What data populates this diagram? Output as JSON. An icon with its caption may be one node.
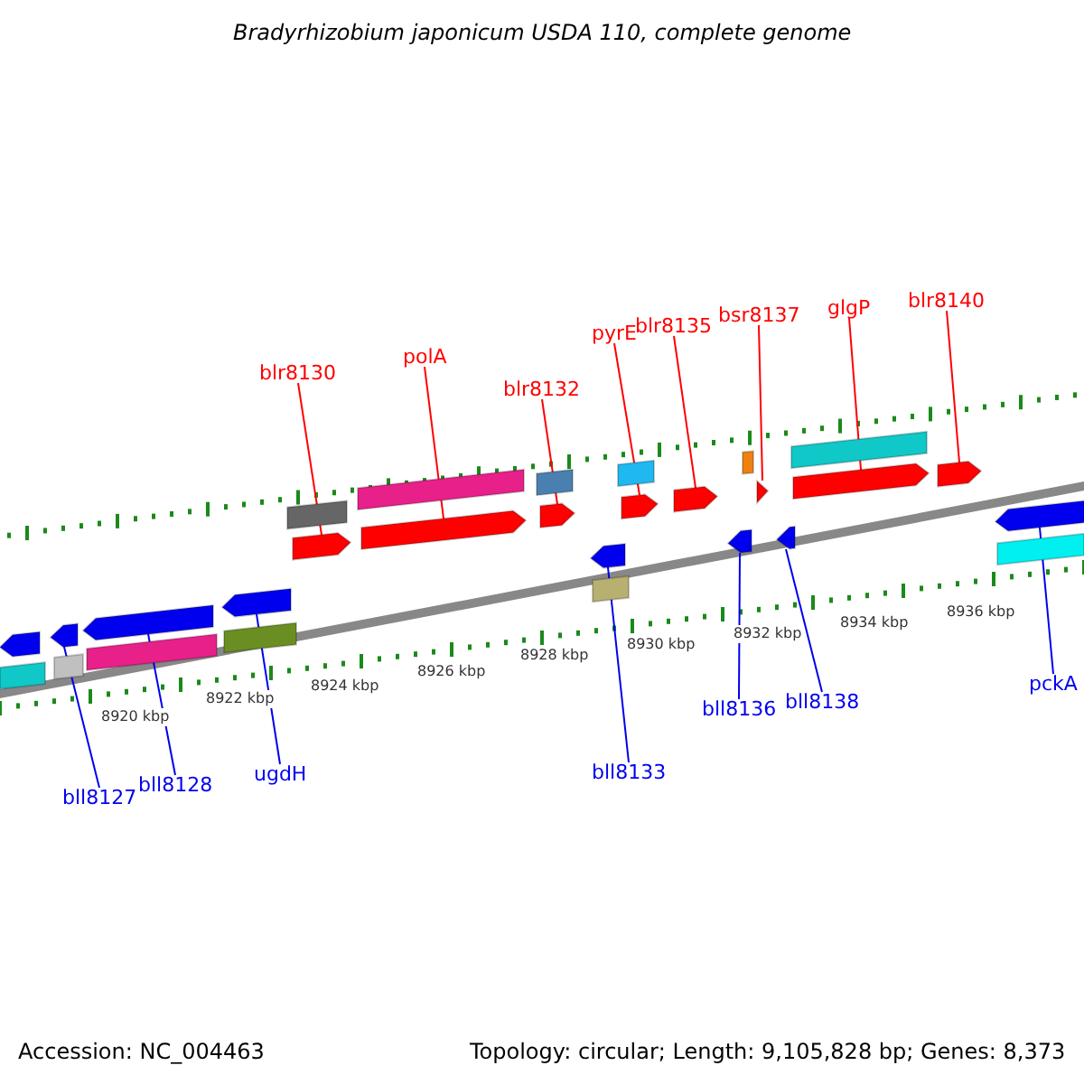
{
  "diagram": {
    "title": "Bradyrhizobium japonicum USDA 110, complete genome",
    "nodes": [
      {
        "text": [
          "blr8130"
        ]
      },
      {
        "text": [
          "polA"
        ]
      },
      {
        "text": [
          "blr8132"
        ]
      },
      {
        "text": [
          "pyrE"
        ]
      },
      {
        "text": [
          "blr8135"
        ]
      },
      {
        "text": [
          "bsr8137"
        ]
      },
      {
        "text": [
          "glgP"
        ]
      },
      {
        "text": [
          "blr8140"
        ]
      },
      {
        "text": [
          "bll8127"
        ]
      },
      {
        "text": [
          "bll8128"
        ]
      },
      {
        "text": [
          "ugdH"
        ]
      },
      {
        "text": [
          "bll8133"
        ]
      },
      {
        "text": [
          "bll8136"
        ]
      },
      {
        "text": [
          "bll8138"
        ]
      },
      {
        "text": [
          "pckA"
        ]
      },
      {
        "text": [],
        "shape": "arrow"
      },
      {
        "text": [],
        "shape": "arrow"
      },
      {
        "text": [],
        "shape": "arrow"
      },
      {
        "text": [],
        "shape": "arrow"
      },
      {
        "text": [],
        "shape": "arrow"
      },
      {
        "text": [],
        "shape": "arrow"
      },
      {
        "text": [],
        "shape": "arrow"
      },
      {
        "text": [],
        "shape": "arrow"
      },
      {
        "text": [],
        "shape": "arrow"
      },
      {
        "text": [],
        "shape": "arrow"
      },
      {
        "text": [],
        "shape": "arrow"
      },
      {
        "text": [],
        "shape": "arrow"
      },
      {
        "text": [],
        "shape": "arrow"
      },
      {
        "text": [],
        "shape": "arrow"
      },
      {
        "text": [],
        "shape": "arrow"
      },
      {
        "text": [],
        "shape": "bar"
      },
      {
        "text": [],
        "shape": "bar"
      },
      {
        "text": [],
        "shape": "bar"
      },
      {
        "text": [],
        "shape": "bar"
      },
      {
        "text": [],
        "shape": "bar"
      },
      {
        "text": [],
        "shape": "bar"
      },
      {
        "text": [],
        "shape": "bar"
      },
      {
        "text": [],
        "shape": "bar"
      },
      {
        "text": [],
        "shape": "bar"
      },
      {
        "text": [],
        "shape": "bar"
      },
      {
        "text": [],
        "shape": "bar"
      },
      {
        "text": [],
        "shape": "bar"
      },
      {
        "text": [],
        "shape": "arrow"
      }
    ],
    "edges": [
      {
        "from": 0,
        "to": 15,
        "arrow": "none"
      },
      {
        "from": 1,
        "to": 16,
        "arrow": "none"
      },
      {
        "from": 2,
        "to": 17,
        "arrow": "none"
      },
      {
        "from": 3,
        "to": 18,
        "arrow": "none"
      },
      {
        "from": 4,
        "to": 19,
        "arrow": "none"
      },
      {
        "from": 5,
        "to": 20,
        "arrow": "none"
      },
      {
        "from": 6,
        "to": 21,
        "arrow": "none"
      },
      {
        "from": 7,
        "to": 22,
        "arrow": "none"
      },
      {
        "from": 8,
        "to": 23,
        "arrow": "none",
        "color": "#0000ee"
      },
      {
        "from": 9,
        "to": 24,
        "arrow": "none",
        "color": "#0000ee"
      },
      {
        "from": 10,
        "to": 25,
        "arrow": "none",
        "color": "#0000ee"
      },
      {
        "from": 11,
        "to": 26,
        "arrow": "none",
        "color": "#0000ee"
      },
      {
        "from": 12,
        "to": 27,
        "arrow": "none",
        "color": "#0000ee"
      },
      {
        "from": 13,
        "to": 28,
        "arrow": "none",
        "color": "#0000ee"
      },
      {
        "from": 14,
        "to": 29,
        "arrow": "none",
        "color": "#0000ee"
      }
    ],
    "labels": [
      "8920 kbp",
      "8922 kbp",
      "8924 kbp",
      "8926 kbp",
      "8928 kbp",
      "8930 kbp",
      "8932 kbp",
      "8934 kbp",
      "8936 kbp",
      "Accession: NC_004463",
      "Topology: circular; Length: 9,105,828 bp; Genes: 8,373"
    ]
  }
}
